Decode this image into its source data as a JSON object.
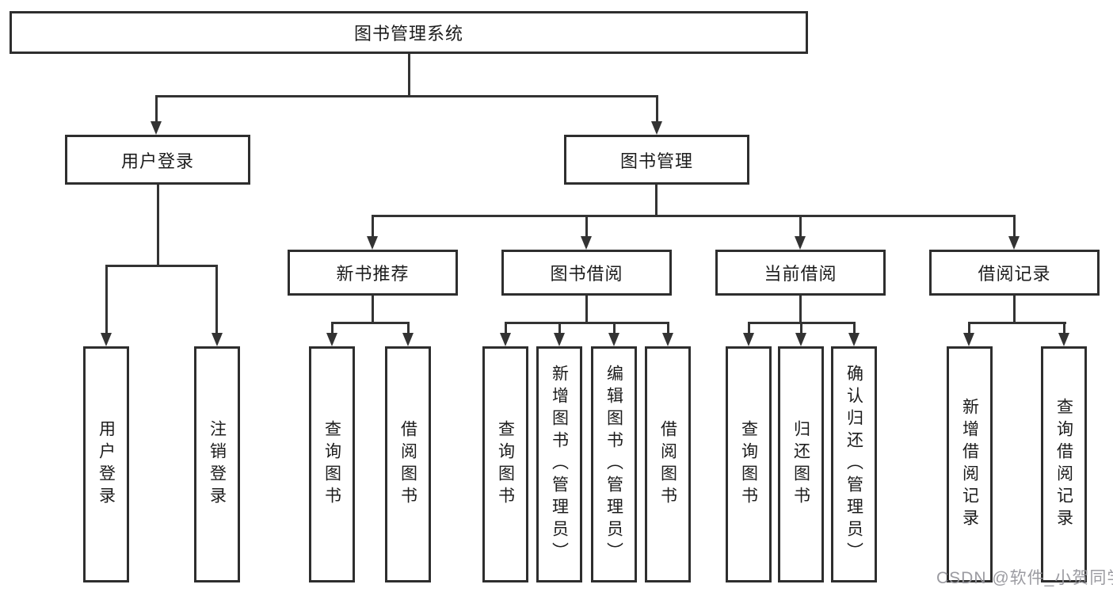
{
  "diagram_title": "图书管理系统",
  "tree": {
    "label": "图书管理系统",
    "children": [
      {
        "label": "用户登录",
        "children": [
          {
            "label": "用户登录"
          },
          {
            "label": "注销登录"
          }
        ]
      },
      {
        "label": "图书管理",
        "children": [
          {
            "label": "新书推荐",
            "children": [
              {
                "label": "查询图书"
              },
              {
                "label": "借阅图书"
              }
            ]
          },
          {
            "label": "图书借阅",
            "children": [
              {
                "label": "查询图书"
              },
              {
                "label": "新增图书（管理员）"
              },
              {
                "label": "编辑图书（管理员）"
              },
              {
                "label": "借阅图书"
              }
            ]
          },
          {
            "label": "当前借阅",
            "children": [
              {
                "label": "查询图书"
              },
              {
                "label": "归还图书"
              },
              {
                "label": "确认归还（管理员）"
              }
            ]
          },
          {
            "label": "借阅记录",
            "children": [
              {
                "label": "新增借阅记录"
              },
              {
                "label": "查询借阅记录"
              }
            ]
          }
        ]
      }
    ]
  },
  "watermark": "CSDN @软件_小贺同学",
  "colors": {
    "line": "#333333",
    "box_border": "#2e2e2e",
    "box_fill": "#ffffff",
    "text": "#1c1c1c",
    "watermark": "#96969c"
  }
}
